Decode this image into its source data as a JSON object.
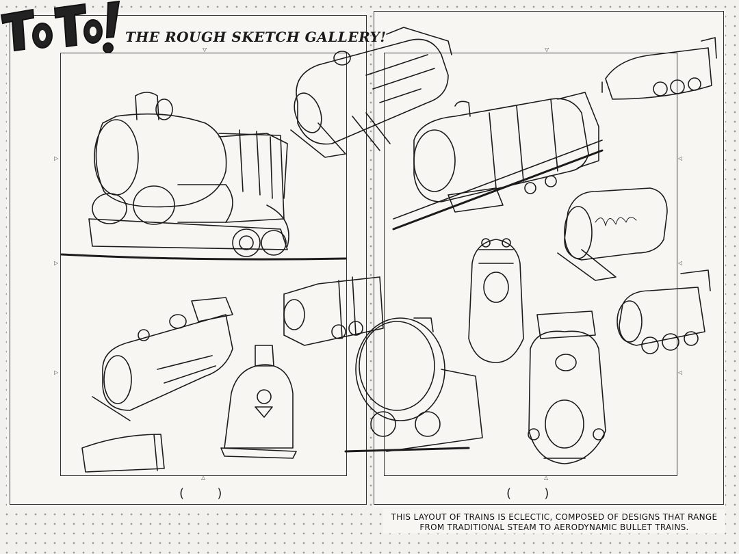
{
  "logo": {
    "text": "ToTo!"
  },
  "header": {
    "title": "THE ROUGH SKETCH GALLERY!"
  },
  "pages": {
    "left_page_number": "(      )",
    "right_page_number": "(      )"
  },
  "caption": {
    "line1": "THIS LAYOUT OF TRAINS IS ECLECTIC, COMPOSED OF DESIGNS THAT RANGE",
    "line2": "FROM TRADITIONAL STEAM TO AERODYNAMIC BULLET TRAINS."
  },
  "colors": {
    "ink": "#1b1b1b",
    "paper": "#f7f6f3",
    "dots": "#9a9a96"
  }
}
